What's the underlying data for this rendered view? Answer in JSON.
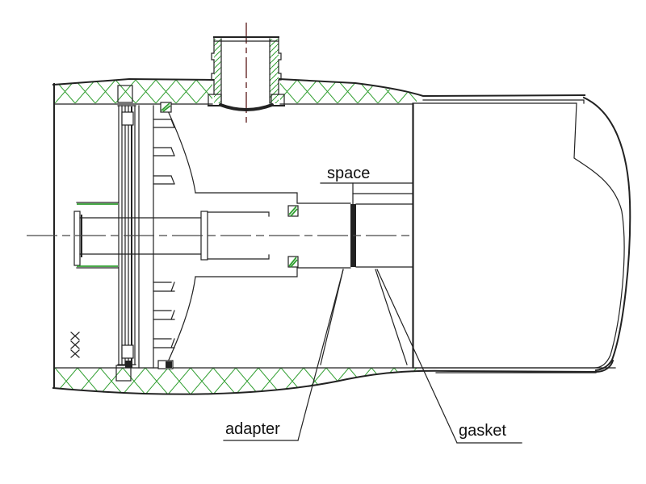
{
  "figure": {
    "kind": "technical-section-drawing"
  },
  "labels": {
    "space": "space",
    "adapter": "adapter",
    "gasket": "gasket"
  },
  "colors": {
    "background": "#ffffff",
    "line": "#222222",
    "hatch_green": "#2f9e2f",
    "centerline_maroon": "#7a4444",
    "label_text": "#111111"
  }
}
